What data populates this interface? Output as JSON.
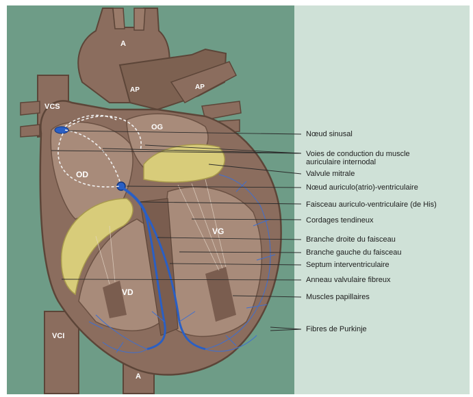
{
  "colors": {
    "background_green": "#6e9c87",
    "panel_light": "#cfe1d7",
    "muscle": "#8b6d5e",
    "muscle_dark": "#5c4538",
    "chamber_interior": "#a88b7a",
    "valve_yellow": "#d8cc7a",
    "conduction_blue": "#2a5fc4",
    "leader_lines": "#333333"
  },
  "anatomy_labels": {
    "aorta_top": "A",
    "pulmonary_artery_left": "AP",
    "pulmonary_artery_right": "AP",
    "superior_vena_cava": "VCS",
    "left_atrium": "OG",
    "right_atrium": "OD",
    "left_ventricle": "VG",
    "right_ventricle": "VD",
    "inferior_vena_cava": "VCI",
    "aorta_bottom": "A"
  },
  "callouts": [
    {
      "lines": [
        "Nœud sinusal"
      ]
    },
    {
      "lines": [
        "Voies de conduction du muscle",
        "auriculaire internodal"
      ]
    },
    {
      "lines": [
        "Valvule mitrale"
      ]
    },
    {
      "lines": [
        "Nœud auriculo(atrio)-ventriculaire"
      ]
    },
    {
      "lines": [
        "Faisceau auriculo-ventriculaire (de His)"
      ]
    },
    {
      "lines": [
        "Cordages tendineux"
      ]
    },
    {
      "lines": [
        "Branche droite du faisceau"
      ]
    },
    {
      "lines": [
        "Branche gauche du faisceau"
      ]
    },
    {
      "lines": [
        "Septum interventriculaire"
      ]
    },
    {
      "lines": [
        "Anneau valvulaire fibreux"
      ]
    },
    {
      "lines": [
        "Muscles papillaires"
      ]
    },
    {
      "lines": [
        "Fibres de Purkinje"
      ]
    }
  ]
}
